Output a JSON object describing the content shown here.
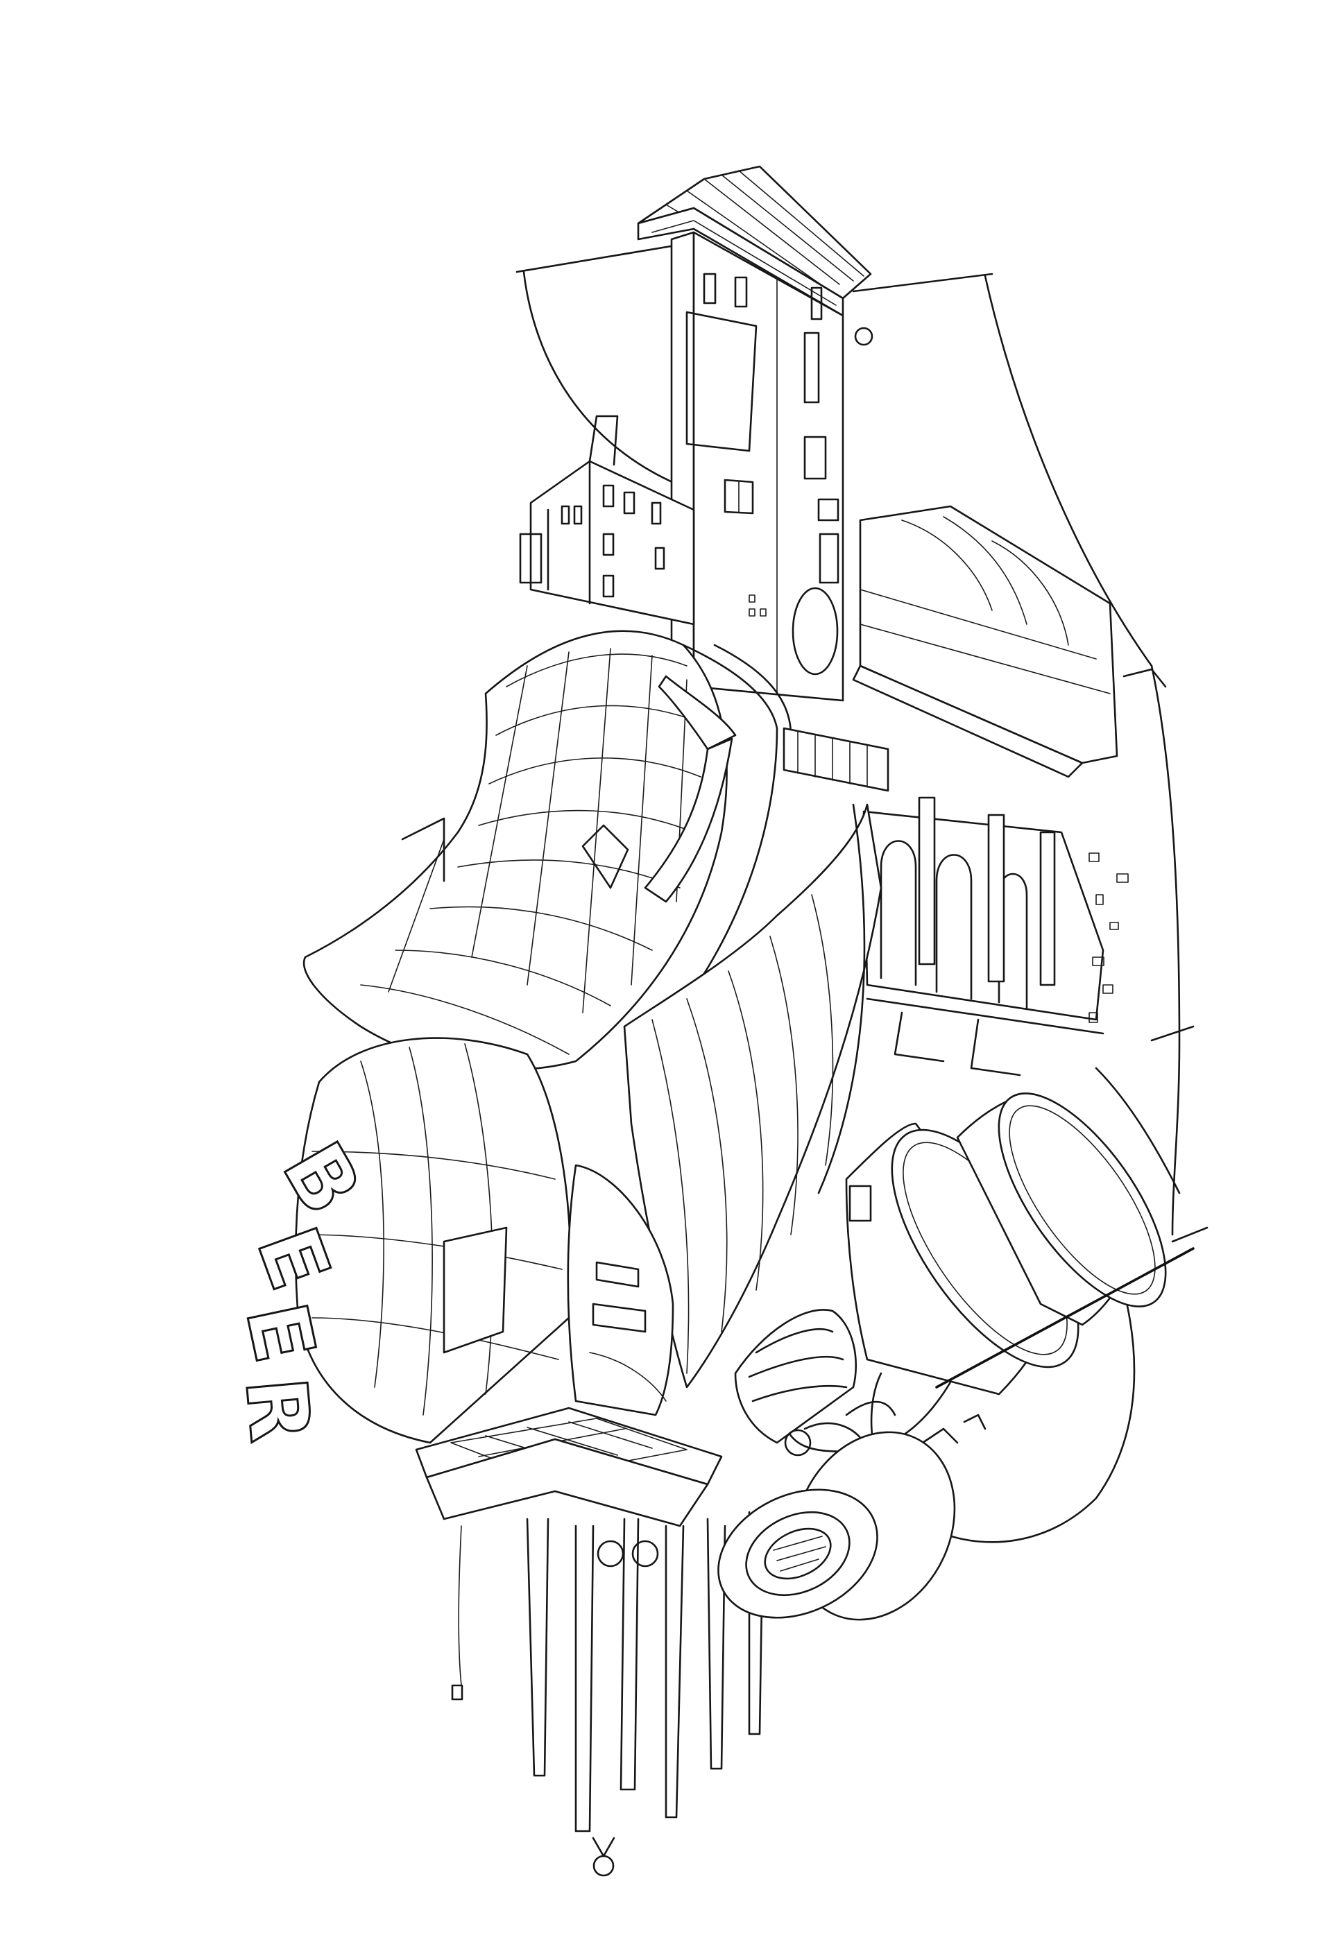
{
  "artwork": {
    "sign": {
      "letters": [
        "B",
        "E",
        "E",
        "R"
      ]
    },
    "ink_color": "#161616",
    "paper_color": "#ffffff"
  }
}
